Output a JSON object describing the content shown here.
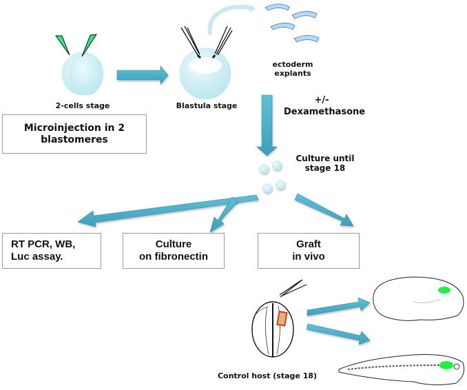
{
  "stages": {
    "two_cell": "2-cells stage",
    "blastula": "Blastula stage",
    "explants_line1": "ectoderm",
    "explants_line2": "explants",
    "treatment_line1": "+/-",
    "treatment_line2": "Dexamethasone",
    "culture_line1": "Culture until",
    "culture_line2": "stage 18",
    "host": "Control host (stage 18)"
  },
  "boxes": {
    "microinjection_line1": "Microinjection in 2",
    "microinjection_line2": "blastomeres",
    "assay_line1": "RT PCR, WB,",
    "assay_line2": "Luc assay.",
    "fibronectin_line1": "Culture",
    "fibronectin_line2": "on fibronectin",
    "graft_line1": "Graft",
    "graft_line2": "in vivo"
  },
  "colors": {
    "arrow": "#4bacc6",
    "cell": "#c8eef2",
    "needle_green": "#2ee88a",
    "graft_green": "#22ee44",
    "graft_box": "#e8301e"
  }
}
